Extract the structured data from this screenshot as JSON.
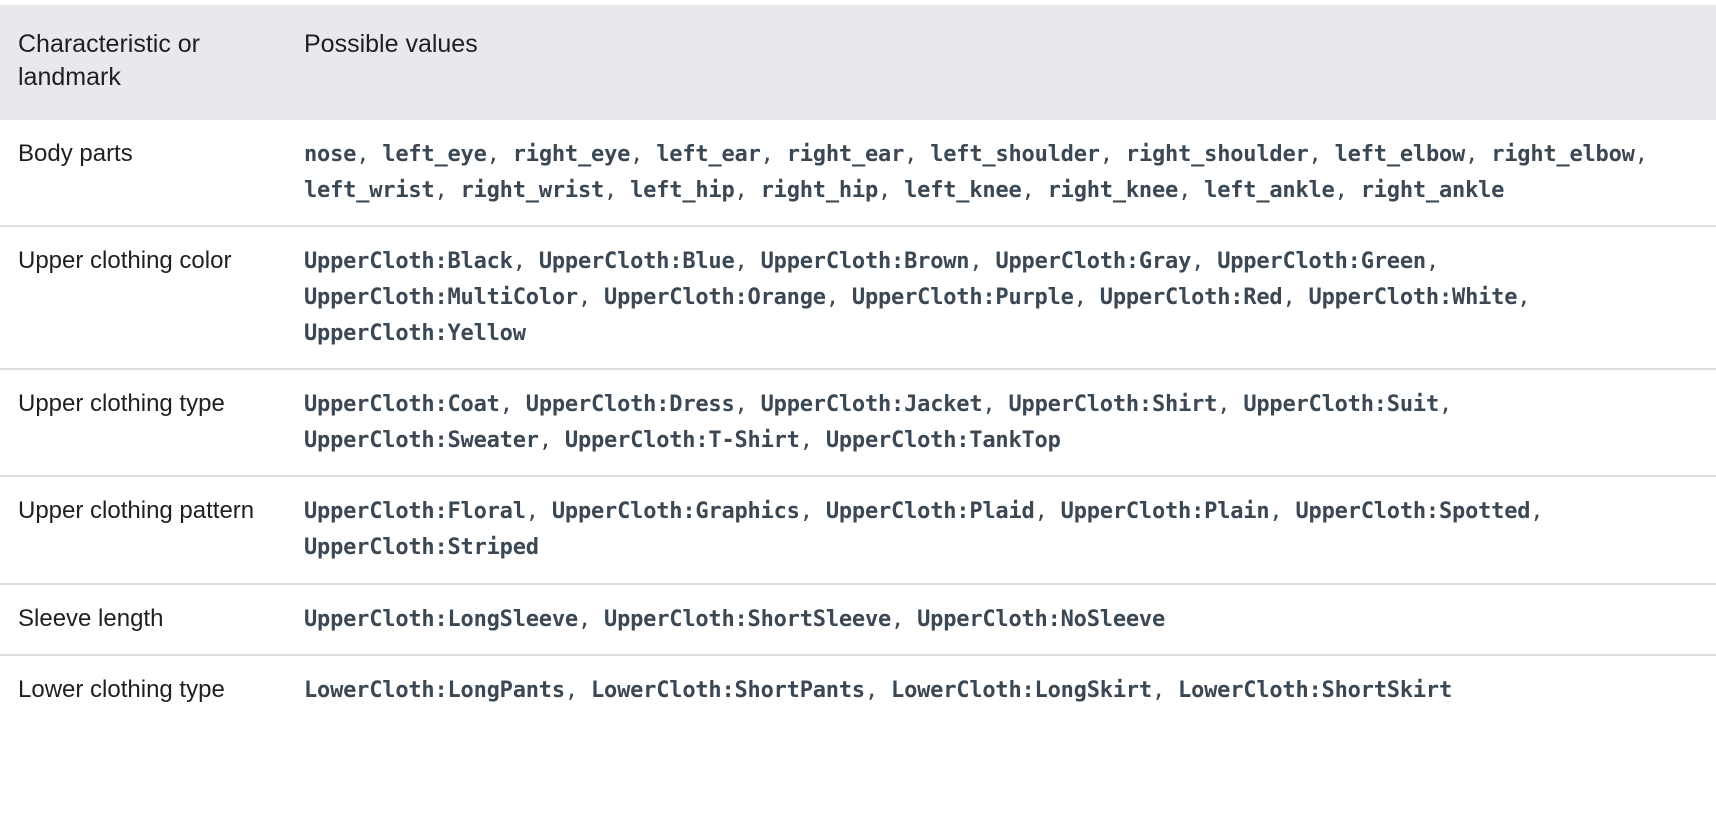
{
  "table": {
    "columns": [
      {
        "key": "characteristic",
        "header": "Characteristic or landmark"
      },
      {
        "key": "values",
        "header": "Possible values"
      }
    ],
    "header_background": "#e8e9ed",
    "row_divider_color": "#dcdee3",
    "label_text_color": "#1d1f22",
    "value_text_color": "#3b4854",
    "rows": [
      {
        "label": "Body parts",
        "values": [
          "nose",
          "left_eye",
          "right_eye",
          "left_ear",
          "right_ear",
          "left_shoulder",
          "right_shoulder",
          "left_elbow",
          "right_elbow",
          "left_wrist",
          "right_wrist",
          "left_hip",
          "right_hip",
          "left_knee",
          "right_knee",
          "left_ankle",
          "right_ankle"
        ]
      },
      {
        "label": "Upper clothing color",
        "values": [
          "UpperCloth:Black",
          "UpperCloth:Blue",
          "UpperCloth:Brown",
          "UpperCloth:Gray",
          "UpperCloth:Green",
          "UpperCloth:MultiColor",
          "UpperCloth:Orange",
          "UpperCloth:Purple",
          "UpperCloth:Red",
          "UpperCloth:White",
          "UpperCloth:Yellow"
        ]
      },
      {
        "label": "Upper clothing type",
        "values": [
          "UpperCloth:Coat",
          "UpperCloth:Dress",
          "UpperCloth:Jacket",
          "UpperCloth:Shirt",
          "UpperCloth:Suit",
          "UpperCloth:Sweater",
          "UpperCloth:T-Shirt",
          "UpperCloth:TankTop"
        ]
      },
      {
        "label": "Upper clothing pattern",
        "values": [
          "UpperCloth:Floral",
          "UpperCloth:Graphics",
          "UpperCloth:Plaid",
          "UpperCloth:Plain",
          "UpperCloth:Spotted",
          "UpperCloth:Striped"
        ]
      },
      {
        "label": "Sleeve length",
        "values": [
          "UpperCloth:LongSleeve",
          "UpperCloth:ShortSleeve",
          "UpperCloth:NoSleeve"
        ]
      },
      {
        "label": "Lower clothing type",
        "values": [
          "LowerCloth:LongPants",
          "LowerCloth:ShortPants",
          "LowerCloth:LongSkirt",
          "LowerCloth:ShortSkirt"
        ]
      }
    ]
  }
}
